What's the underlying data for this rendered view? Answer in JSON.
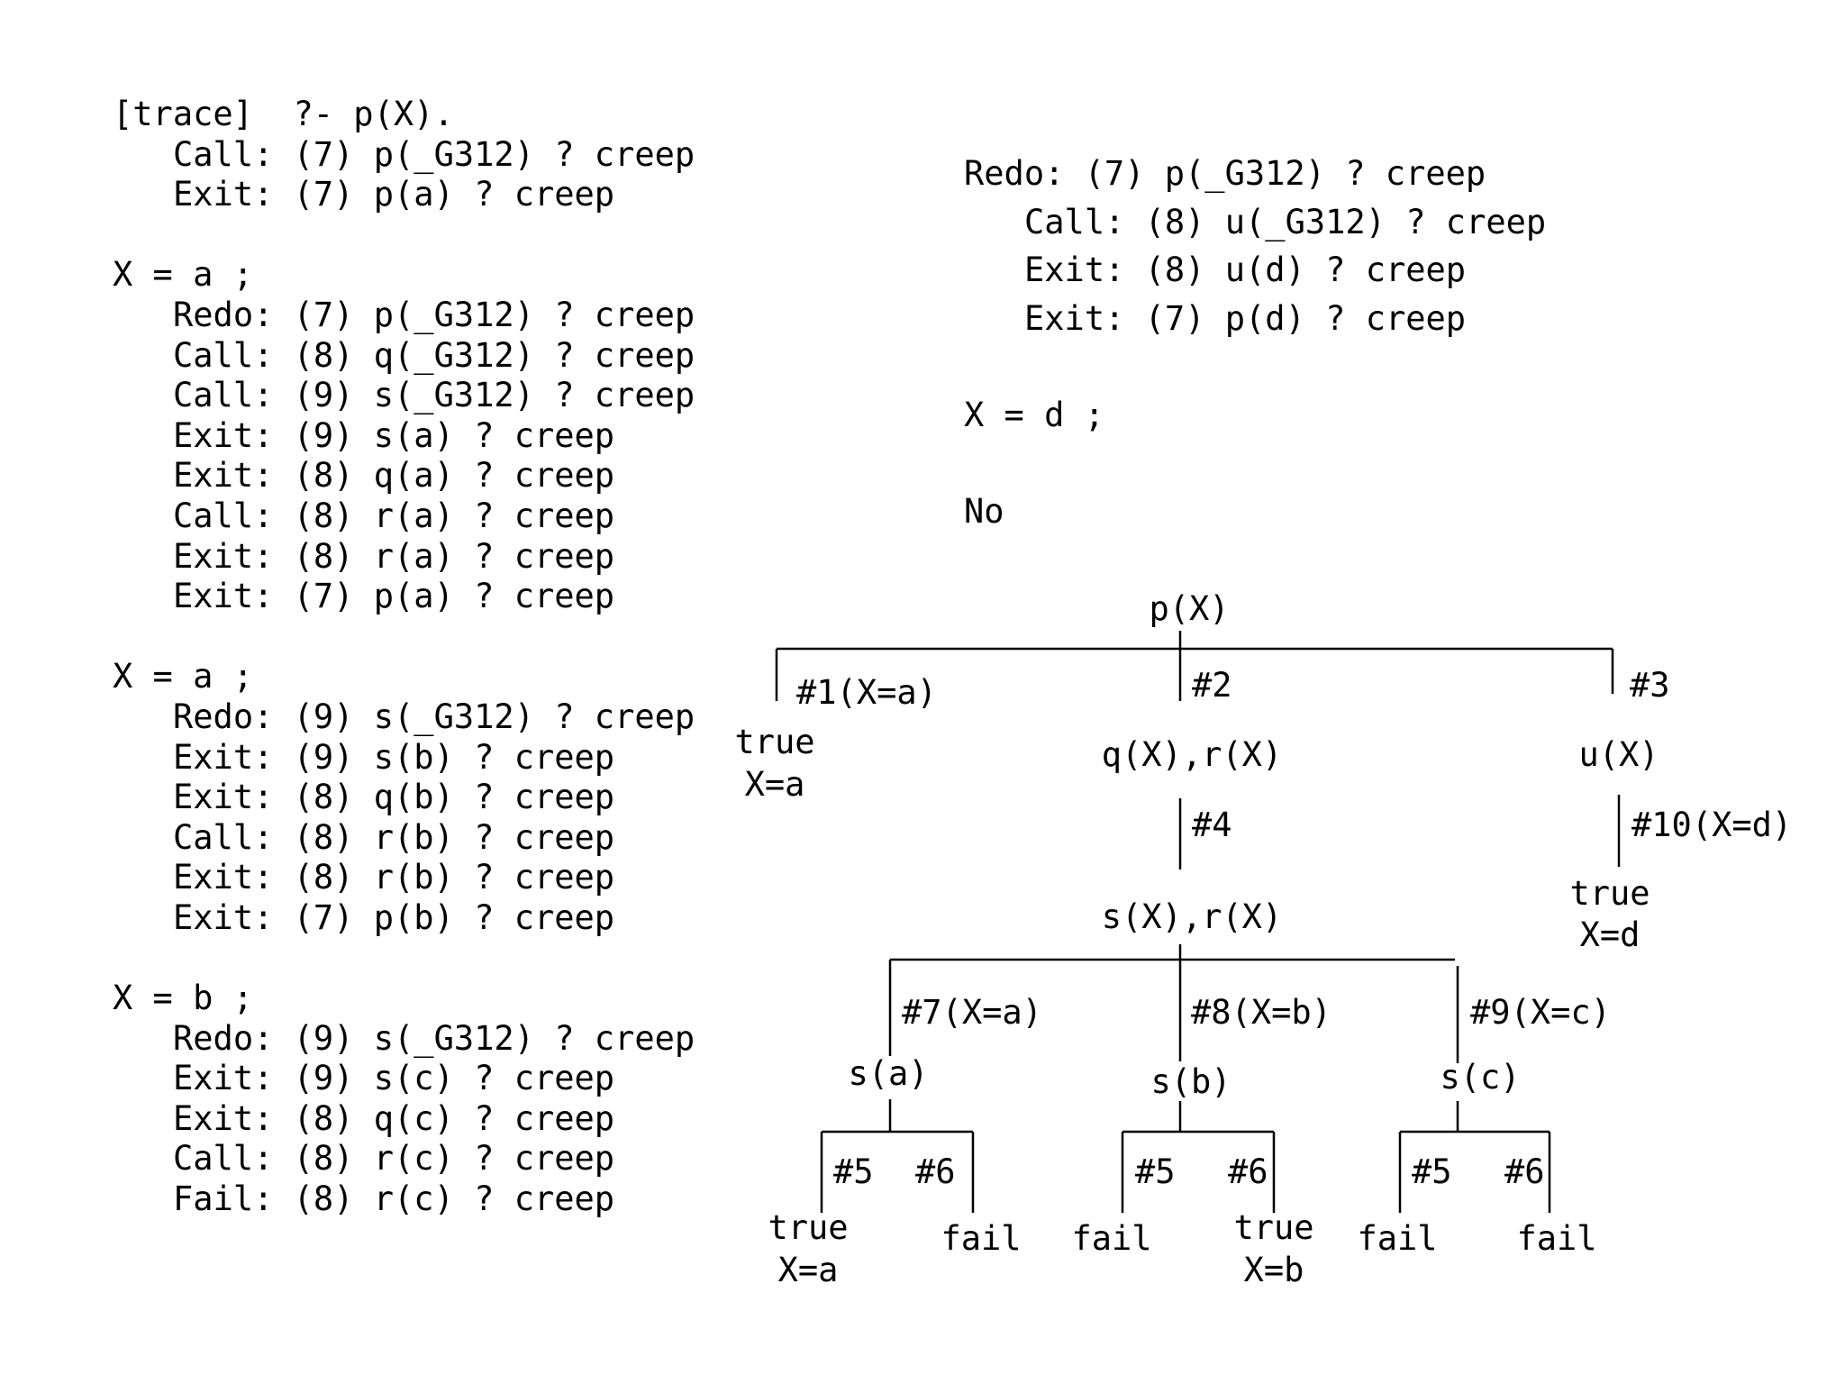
{
  "trace_left": {
    "lines": [
      {
        "text": "[trace]  ?- p(X).",
        "indent": false
      },
      {
        "text": "Call: (7) p(_G312) ? creep",
        "indent": true
      },
      {
        "text": "Exit: (7) p(a) ? creep",
        "indent": true
      },
      {
        "text": "",
        "indent": false
      },
      {
        "text": "X = a ;",
        "indent": false
      },
      {
        "text": "Redo: (7) p(_G312) ? creep",
        "indent": true
      },
      {
        "text": "Call: (8) q(_G312) ? creep",
        "indent": true
      },
      {
        "text": "Call: (9) s(_G312) ? creep",
        "indent": true
      },
      {
        "text": "Exit: (9) s(a) ? creep",
        "indent": true
      },
      {
        "text": "Exit: (8) q(a) ? creep",
        "indent": true
      },
      {
        "text": "Call: (8) r(a) ? creep",
        "indent": true
      },
      {
        "text": "Exit: (8) r(a) ? creep",
        "indent": true
      },
      {
        "text": "Exit: (7) p(a) ? creep",
        "indent": true
      },
      {
        "text": "",
        "indent": false
      },
      {
        "text": "X = a ;",
        "indent": false
      },
      {
        "text": "Redo: (9) s(_G312) ? creep",
        "indent": true
      },
      {
        "text": "Exit: (9) s(b) ? creep",
        "indent": true
      },
      {
        "text": "Exit: (8) q(b) ? creep",
        "indent": true
      },
      {
        "text": "Call: (8) r(b) ? creep",
        "indent": true
      },
      {
        "text": "Exit: (8) r(b) ? creep",
        "indent": true
      },
      {
        "text": "Exit: (7) p(b) ? creep",
        "indent": true
      },
      {
        "text": "",
        "indent": false
      },
      {
        "text": "X = b ;",
        "indent": false
      },
      {
        "text": "Redo: (9) s(_G312) ? creep",
        "indent": true
      },
      {
        "text": "Exit: (9) s(c) ? creep",
        "indent": true
      },
      {
        "text": "Exit: (8) q(c) ? creep",
        "indent": true
      },
      {
        "text": "Call: (8) r(c) ? creep",
        "indent": true
      },
      {
        "text": "Fail: (8) r(c) ? creep",
        "indent": true
      }
    ]
  },
  "trace_right": {
    "lines": [
      {
        "text": "Redo: (7) p(_G312) ? creep",
        "indent": false
      },
      {
        "text": "Call: (8) u(_G312) ? creep",
        "indent": true
      },
      {
        "text": "Exit: (8) u(d) ? creep",
        "indent": true
      },
      {
        "text": "Exit: (7) p(d) ? creep",
        "indent": true
      },
      {
        "text": "",
        "indent": false
      },
      {
        "text": "X = d ;",
        "indent": false
      },
      {
        "text": "",
        "indent": false
      },
      {
        "text": "No",
        "indent": false
      }
    ]
  },
  "tree": {
    "root": "p(X)",
    "clause_1": "#1(X=a)",
    "clause_2": "#2",
    "clause_3": "#3",
    "result_1_line1": "true",
    "result_1_line2": "X=a",
    "goal_qr": "q(X),r(X)",
    "goal_u": "u(X)",
    "clause_4": "#4",
    "clause_10": "#10(X=d)",
    "result_u_line1": "true",
    "result_u_line2": "X=d",
    "goal_sr": "s(X),r(X)",
    "clause_7": "#7(X=a)",
    "clause_8": "#8(X=b)",
    "clause_9": "#9(X=c)",
    "goal_sa": "s(a)",
    "goal_sb": "s(b)",
    "goal_sc": "s(c)",
    "branch_a5": "#5",
    "branch_a6": "#6",
    "branch_b5": "#5",
    "branch_b6": "#6",
    "branch_c5": "#5",
    "branch_c6": "#6",
    "leaf_a5_line1": "true",
    "leaf_a5_line2": "X=a",
    "leaf_a6": "fail",
    "leaf_b5": "fail",
    "leaf_b6_line1": "true",
    "leaf_b6_line2": "X=b",
    "leaf_c5": "fail",
    "leaf_c6": "fail"
  }
}
